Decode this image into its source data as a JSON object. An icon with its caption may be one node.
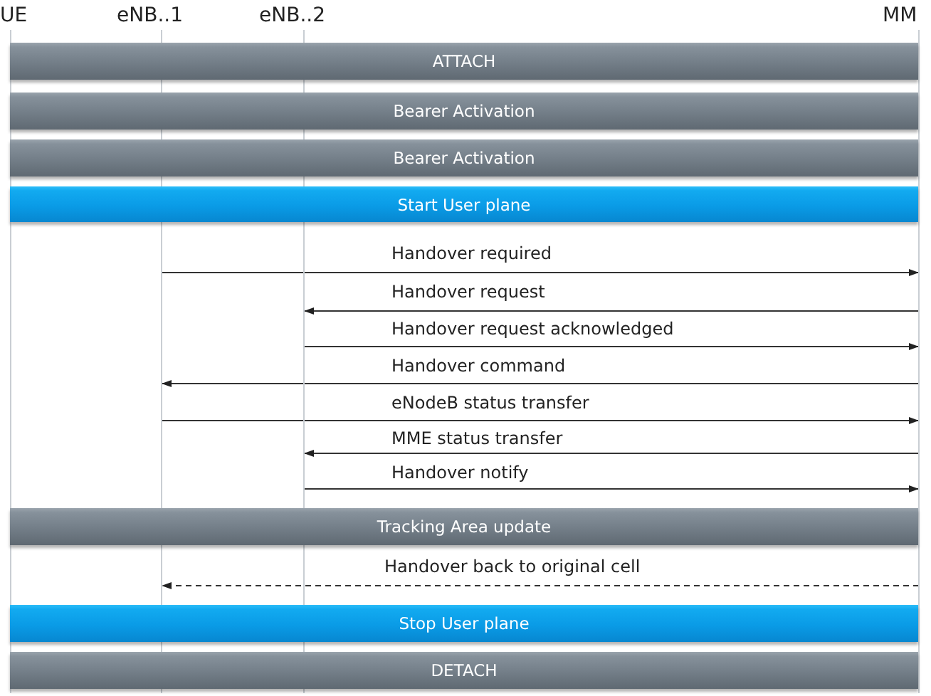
{
  "diagram": {
    "nodes": [
      {
        "text": [
          "UE"
        ]
      },
      {
        "text": [
          "eNB..1"
        ]
      },
      {
        "text": [
          "eNB..2"
        ]
      },
      {
        "text": [
          "MM"
        ]
      },
      {
        "text": [
          "ATTACH"
        ]
      },
      {
        "text": [
          "Bearer Activation"
        ]
      },
      {
        "text": [
          "Bearer Activation"
        ]
      },
      {
        "text": [
          "Start User plane"
        ]
      },
      {
        "text": [
          "Tracking Area update"
        ]
      },
      {
        "text": [
          "Stop User plane"
        ]
      },
      {
        "text": [
          "DETACH"
        ]
      }
    ],
    "edges": [
      {
        "from": 1,
        "to": 3,
        "arrow": "to",
        "label": "Handover required"
      },
      {
        "from": 3,
        "to": 2,
        "arrow": "to",
        "label": "Handover request"
      },
      {
        "from": 2,
        "to": 3,
        "arrow": "to",
        "label": "Handover request acknowledged"
      },
      {
        "from": 3,
        "to": 1,
        "arrow": "to",
        "label": "Handover command"
      },
      {
        "from": 1,
        "to": 3,
        "arrow": "to",
        "label": "eNodeB status transfer"
      },
      {
        "from": 3,
        "to": 2,
        "arrow": "to",
        "label": "MME status transfer"
      },
      {
        "from": 2,
        "to": 3,
        "arrow": "to",
        "label": "Handover notify"
      },
      {
        "from": 3,
        "to": 1,
        "arrow": "to",
        "label": "Handover back to original cell",
        "style": "dashed"
      }
    ]
  }
}
